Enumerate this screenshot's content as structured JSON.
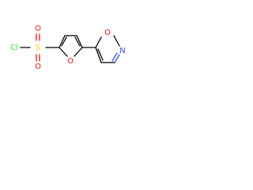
{
  "molecule": {
    "atoms": {
      "cl": "Cl",
      "s": "S",
      "o_top": "O",
      "o_bottom": "O",
      "o_furan": "O",
      "o_isox": "O",
      "n_isox": "N"
    },
    "colors": {
      "bond": "#000000",
      "oxygen": "#ff0d0d",
      "nitrogen": "#3050f8",
      "sulfur": "#ffd000",
      "chlorine": "#1ff01f",
      "background": "#ffffff"
    }
  }
}
